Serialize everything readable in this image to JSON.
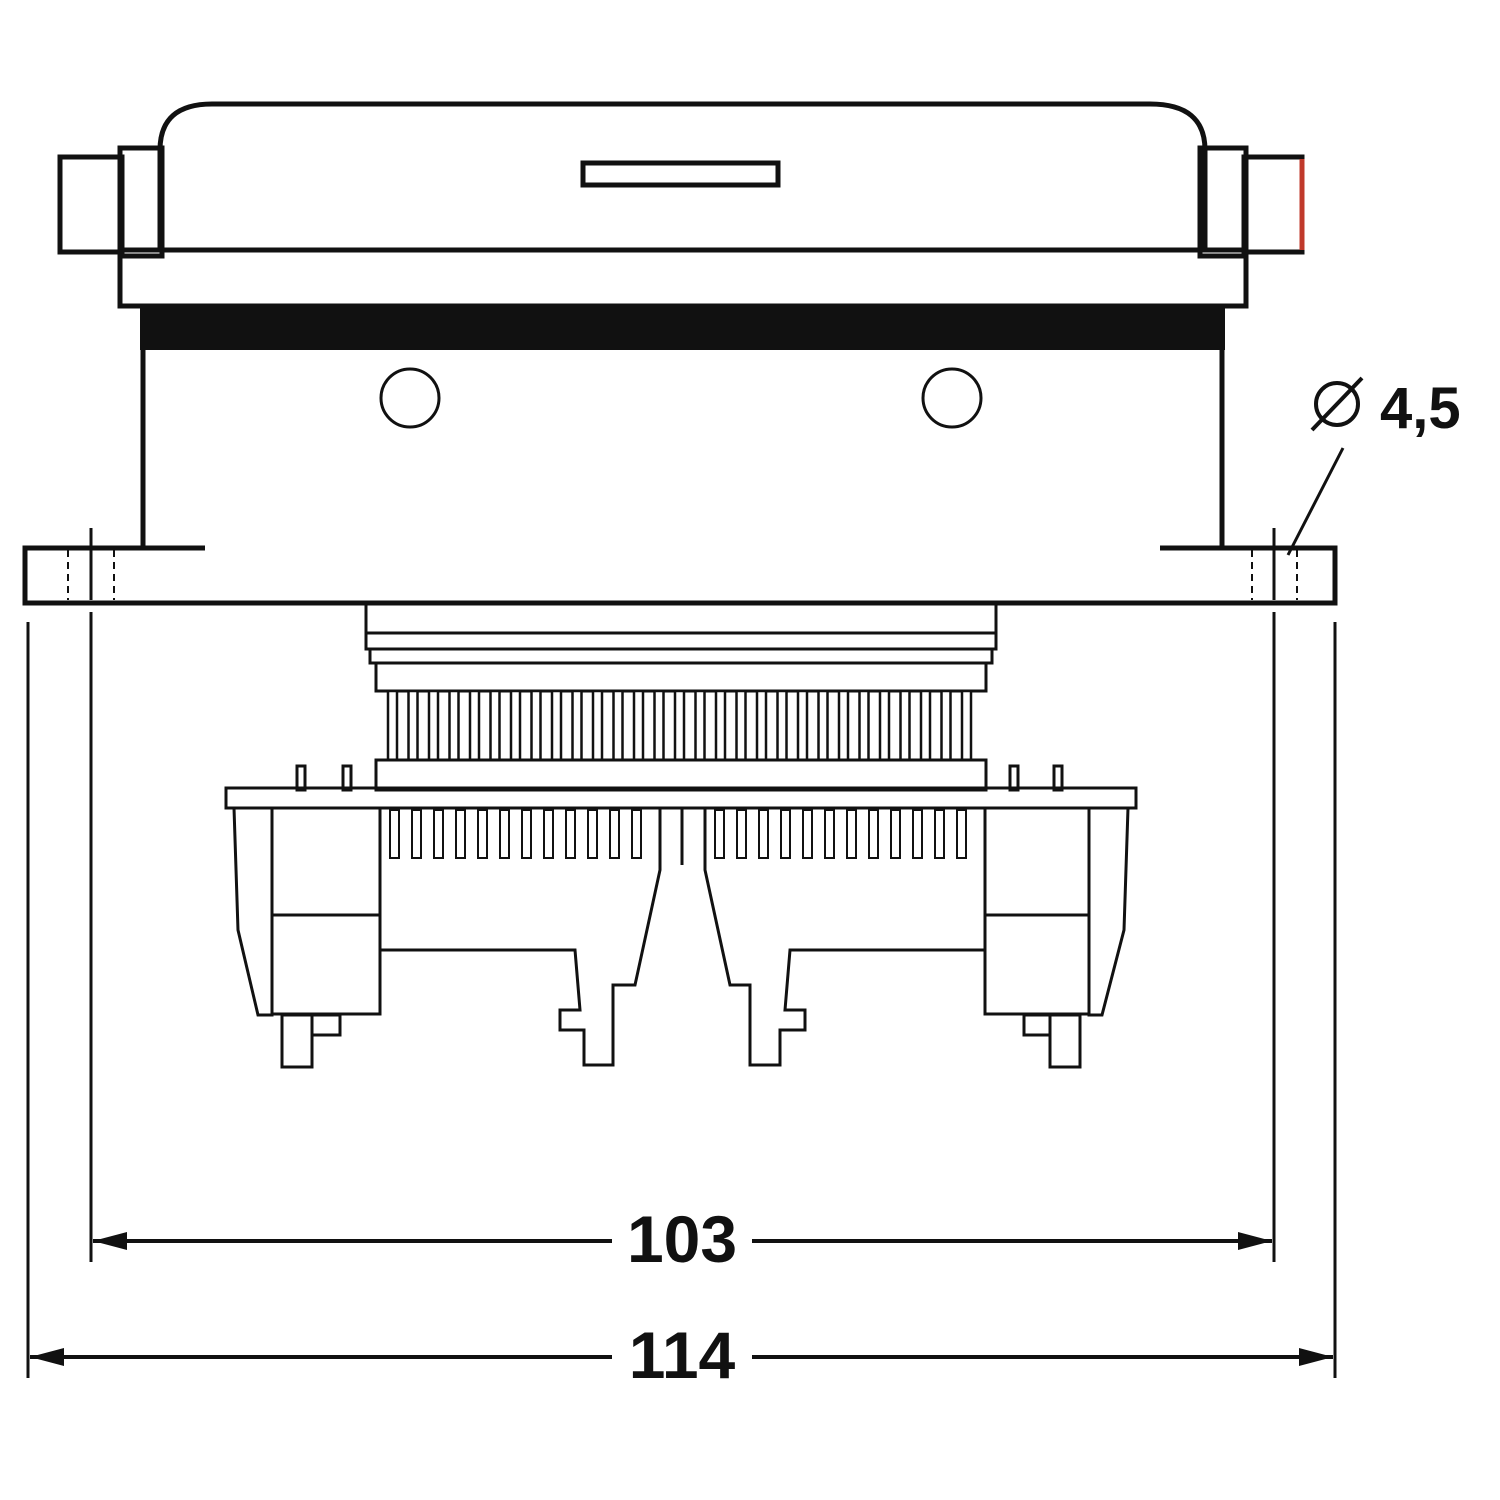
{
  "dimensions": {
    "hole_diameter": "4,5",
    "hole_spacing": "103",
    "overall_width": "114"
  },
  "colors": {
    "ink": "#111111",
    "background": "#ffffff",
    "accent": "#c0392b"
  }
}
